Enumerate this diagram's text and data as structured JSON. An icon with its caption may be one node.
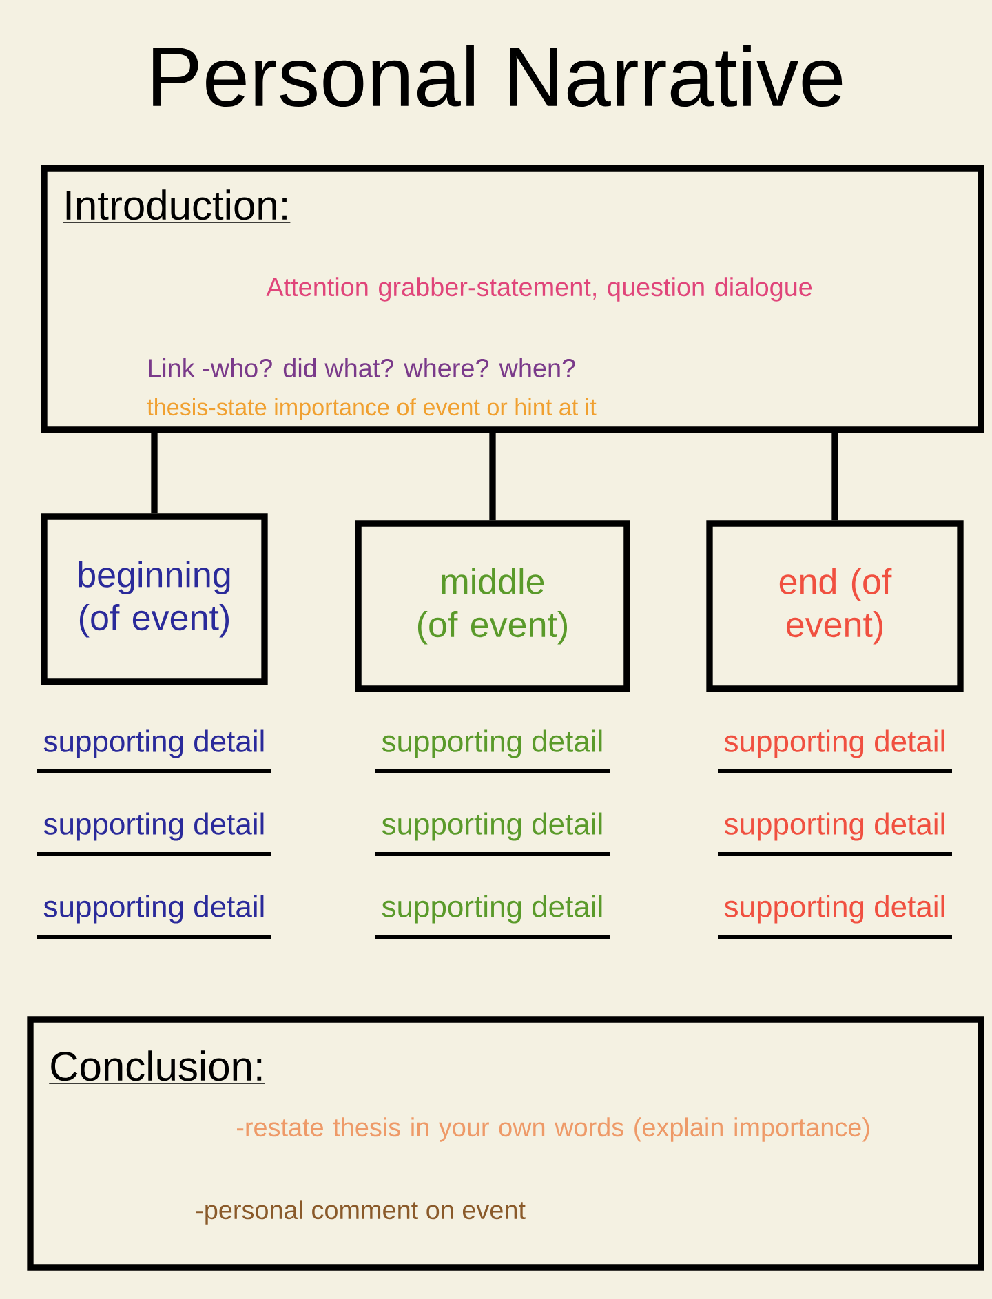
{
  "diagram": {
    "title": "Personal Narrative",
    "nodes": [
      {
        "text": [
          "Introduction:",
          "Attention grabber-statement, question dialogue",
          "Link -who? did what? where? when?",
          "thesis-state importance of event or hint at it"
        ]
      },
      {
        "text": [
          "beginning (of event)"
        ],
        "beside": [
          "supporting detail",
          "supporting detail",
          "supporting detail"
        ]
      },
      {
        "text": [
          "middle (of event)"
        ],
        "beside": [
          "supporting detail",
          "supporting detail",
          "supporting detail"
        ]
      },
      {
        "text": [
          "end (of event)"
        ],
        "beside": [
          "supporting detail",
          "supporting detail",
          "supporting detail"
        ]
      },
      {
        "text": [
          "Conclusion:",
          "-restate thesis in your own words (explain importance)",
          "-personal comment on event"
        ]
      }
    ],
    "edges": [
      {
        "from": 0,
        "to": 1,
        "arrow": "none"
      },
      {
        "from": 0,
        "to": 2,
        "arrow": "none"
      },
      {
        "from": 0,
        "to": 3,
        "arrow": "none"
      }
    ]
  }
}
